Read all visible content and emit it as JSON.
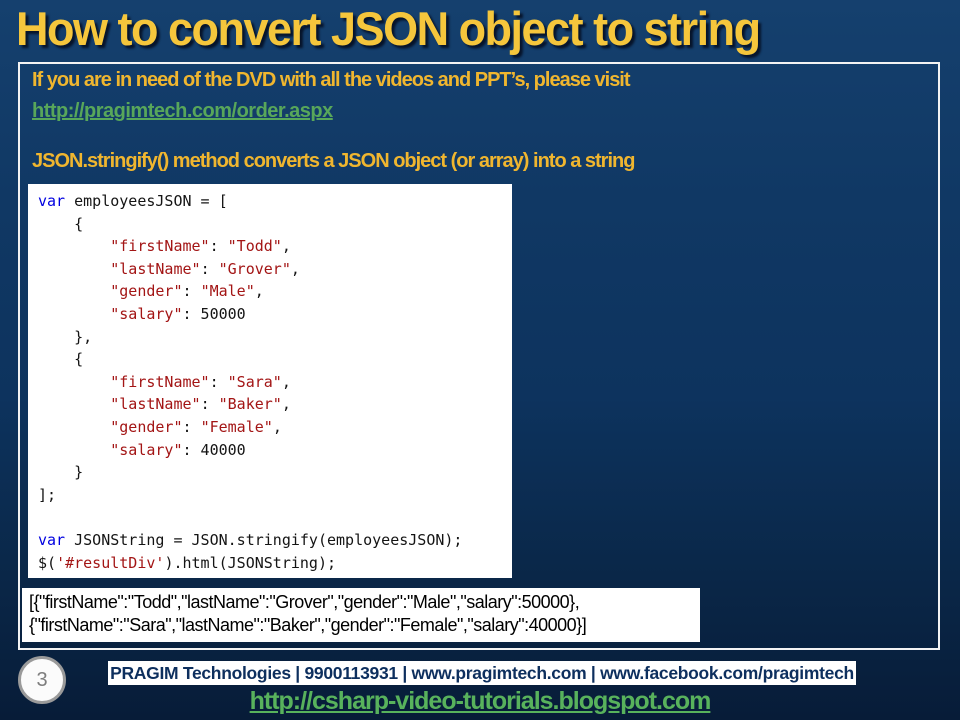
{
  "title": "How to convert JSON object to string",
  "colors": {
    "background_navy": "#0d335e",
    "title_gold": "#f5c63c",
    "body_gold": "#f0b62f",
    "link_green": "#58a75a",
    "code_keyword_blue": "#0000e0",
    "code_string_red": "#a31515",
    "footer_text_navy": "#0d2f5e"
  },
  "intro": {
    "line1": "If you are in need of the DVD with all the videos and PPT’s, please visit",
    "order_link": "http://pragimtech.com/order.aspx",
    "line2": "JSON.stringify() method converts a JSON object (or array) into a string"
  },
  "code": {
    "lines": [
      [
        [
          "kw",
          "var"
        ],
        [
          "plain",
          " employeesJSON = ["
        ]
      ],
      [
        [
          "plain",
          "    {"
        ]
      ],
      [
        [
          "plain",
          "        "
        ],
        [
          "str",
          "\"firstName\""
        ],
        [
          "plain",
          ": "
        ],
        [
          "str",
          "\"Todd\""
        ],
        [
          "plain",
          ","
        ]
      ],
      [
        [
          "plain",
          "        "
        ],
        [
          "str",
          "\"lastName\""
        ],
        [
          "plain",
          ": "
        ],
        [
          "str",
          "\"Grover\""
        ],
        [
          "plain",
          ","
        ]
      ],
      [
        [
          "plain",
          "        "
        ],
        [
          "str",
          "\"gender\""
        ],
        [
          "plain",
          ": "
        ],
        [
          "str",
          "\"Male\""
        ],
        [
          "plain",
          ","
        ]
      ],
      [
        [
          "plain",
          "        "
        ],
        [
          "str",
          "\"salary\""
        ],
        [
          "plain",
          ": 50000"
        ]
      ],
      [
        [
          "plain",
          "    },"
        ]
      ],
      [
        [
          "plain",
          "    {"
        ]
      ],
      [
        [
          "plain",
          "        "
        ],
        [
          "str",
          "\"firstName\""
        ],
        [
          "plain",
          ": "
        ],
        [
          "str",
          "\"Sara\""
        ],
        [
          "plain",
          ","
        ]
      ],
      [
        [
          "plain",
          "        "
        ],
        [
          "str",
          "\"lastName\""
        ],
        [
          "plain",
          ": "
        ],
        [
          "str",
          "\"Baker\""
        ],
        [
          "plain",
          ","
        ]
      ],
      [
        [
          "plain",
          "        "
        ],
        [
          "str",
          "\"gender\""
        ],
        [
          "plain",
          ": "
        ],
        [
          "str",
          "\"Female\""
        ],
        [
          "plain",
          ","
        ]
      ],
      [
        [
          "plain",
          "        "
        ],
        [
          "str",
          "\"salary\""
        ],
        [
          "plain",
          ": 40000"
        ]
      ],
      [
        [
          "plain",
          "    }"
        ]
      ],
      [
        [
          "plain",
          "];"
        ]
      ],
      [],
      [
        [
          "kw",
          "var"
        ],
        [
          "plain",
          " JSONString = JSON.stringify(employeesJSON);"
        ]
      ],
      [
        [
          "plain",
          "$("
        ],
        [
          "str",
          "'#resultDiv'"
        ],
        [
          "plain",
          ").html(JSONString);"
        ]
      ]
    ]
  },
  "output": {
    "line1": "[{\"firstName\":\"Todd\",\"lastName\":\"Grover\",\"gender\":\"Male\",\"salary\":50000},",
    "line2": "{\"firstName\":\"Sara\",\"lastName\":\"Baker\",\"gender\":\"Female\",\"salary\":40000}]"
  },
  "footer": {
    "page_number": "3",
    "info": "PRAGIM Technologies | 9900113931 | www.pragimtech.com | www.facebook.com/pragimtech",
    "blog_link": "http://csharp-video-tutorials.blogspot.com"
  }
}
